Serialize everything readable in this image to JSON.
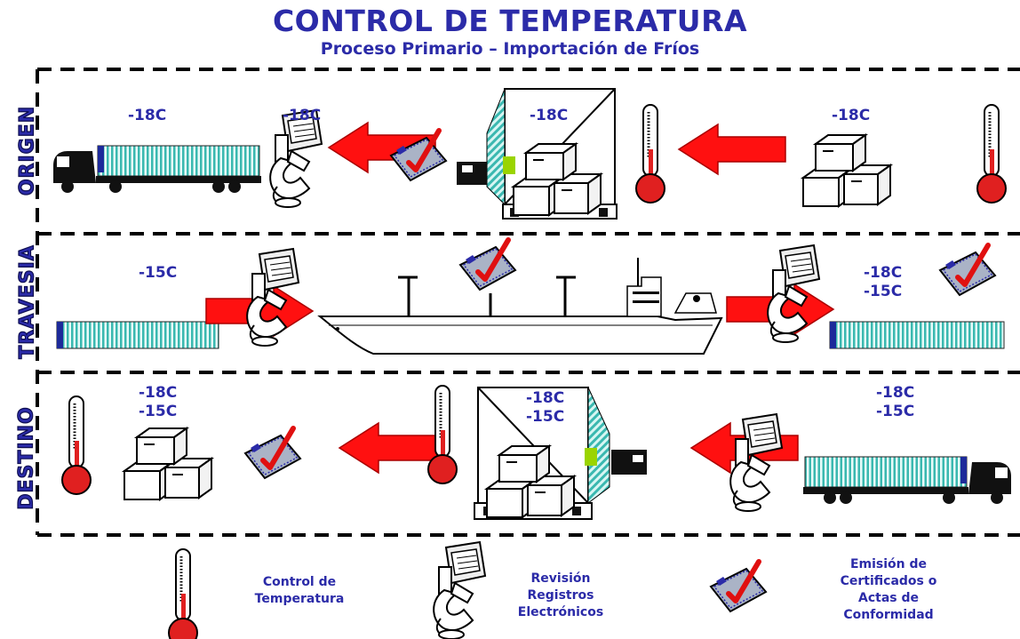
{
  "title": "CONTROL DE TEMPERATURA",
  "subtitle": "Proceso Primario – Importación de Fríos",
  "rows": {
    "origen": {
      "label": "ORIGEN",
      "temps": [
        "-18C",
        "-18C",
        "-18C",
        "-18C"
      ]
    },
    "travesia": {
      "label": "TRAVESIA",
      "temps": [
        "-15C",
        "-18C",
        "-15C"
      ]
    },
    "destino": {
      "label": "DESTINO",
      "temps": [
        "-18C",
        "-15C",
        "-18C",
        "-15C",
        "-18C",
        "-15C"
      ]
    }
  },
  "legend": {
    "thermometer": {
      "icon": "thermometer-icon",
      "line1": "Control de",
      "line2": "Temperatura"
    },
    "recorder": {
      "icon": "data-recorder-icon",
      "line1": "Revisión",
      "line2": "Registros",
      "line3": "Electrónicos"
    },
    "certificate": {
      "icon": "certificate-icon",
      "line1": "Emisión de",
      "line2": "Certificados o",
      "line3": "Actas de",
      "line4": "Conformidad"
    }
  },
  "colors": {
    "title": "#2b2ba8",
    "arrow": "#ff0000",
    "container": "#5fd0c8",
    "thermometer": "#e02020"
  }
}
